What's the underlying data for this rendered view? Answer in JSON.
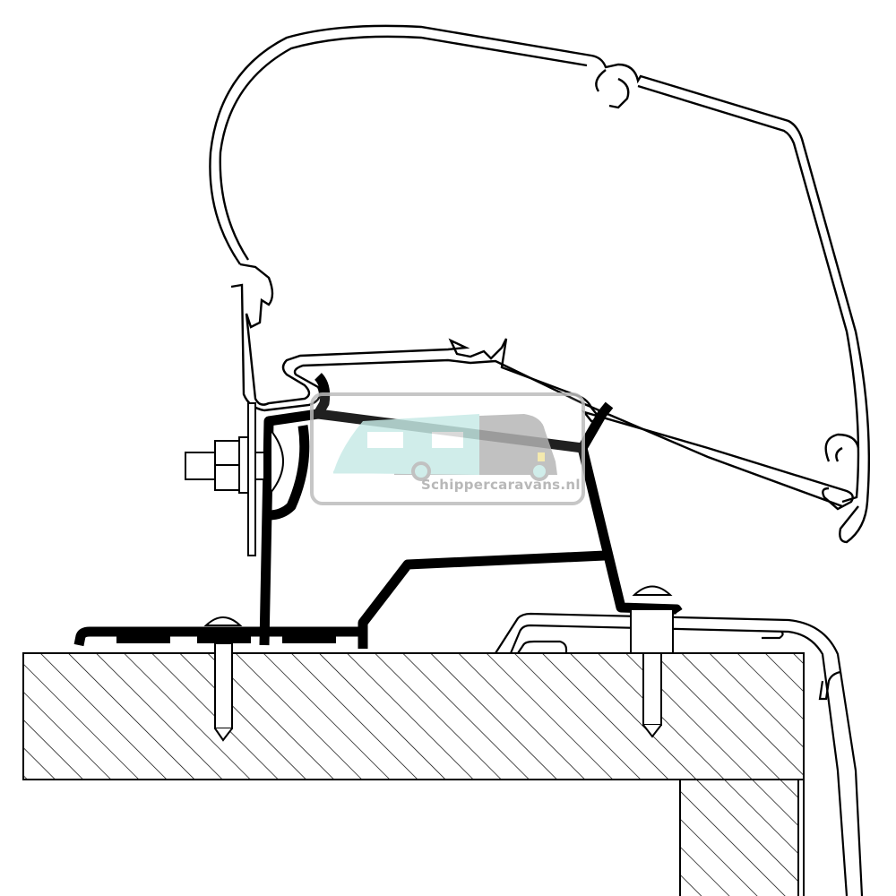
{
  "diagram": {
    "subject": "awning rail adapter mounted on caravan roof, cross-section",
    "colors": {
      "line": "#000000",
      "background": "#ffffff",
      "watermark_grey": "#b8b8b8",
      "watermark_teal": "#c8ebe7",
      "watermark_highlight": "#f3e6a0"
    },
    "components": [
      {
        "name": "awning-case-profile",
        "label": ""
      },
      {
        "name": "adapter-rail-black",
        "label": ""
      },
      {
        "name": "bolt-and-nut",
        "label": ""
      },
      {
        "name": "base-foot-with-screw",
        "label": ""
      },
      {
        "name": "roof-edge-profile",
        "label": ""
      },
      {
        "name": "roof-panel-hatched",
        "label": ""
      },
      {
        "name": "wall-panel-hatched",
        "label": ""
      }
    ]
  },
  "watermark": {
    "text": "Schippercaravans.nl",
    "icon": "caravan-and-camper-icon"
  }
}
